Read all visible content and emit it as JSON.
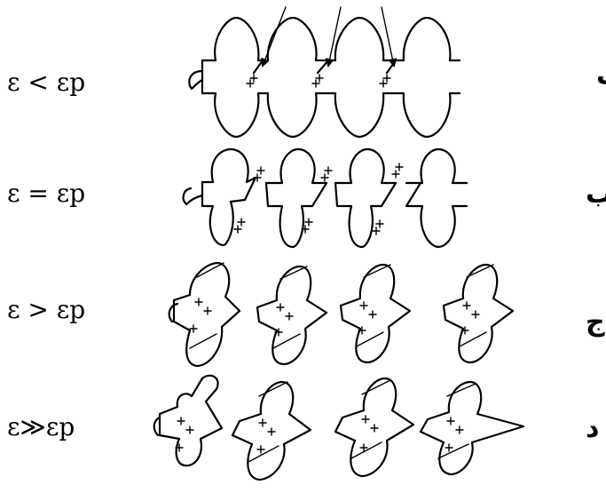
{
  "rows": [
    {
      "label": "الف",
      "condition": "ε < εp"
    },
    {
      "label": "ب",
      "condition": "ε = εp"
    },
    {
      "label": "ج",
      "condition": "ε > εp"
    },
    {
      "label": "د",
      "condition": "ε≫εp"
    }
  ],
  "colors": {
    "ink": "#000000",
    "background": "#ffffff"
  }
}
